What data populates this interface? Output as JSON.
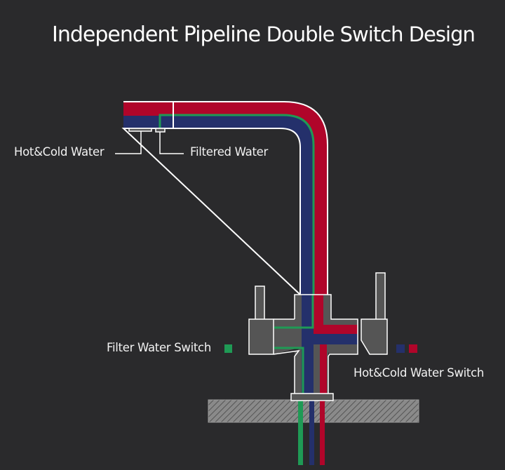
{
  "title": {
    "part1": "Independent Pipeline",
    "part2": "Double Switch Design"
  },
  "labels": {
    "hot_cold_water": "Hot&Cold Water",
    "filtered_water": "Filtered Water",
    "filter_water_switch": "Filter Water Switch",
    "hot_cold_water_switch": "Hot&Cold Water Switch"
  },
  "colors": {
    "background": "#2a2a2c",
    "hot": "#b0052a",
    "cold": "#24306b",
    "filtered": "#1f9a55",
    "body": "#555555",
    "outline": "#ffffff",
    "counter": "#8a8a8a"
  },
  "legend": {
    "filter_switch_swatches": [
      "filtered"
    ],
    "hot_cold_switch_swatches": [
      "cold",
      "hot"
    ]
  }
}
